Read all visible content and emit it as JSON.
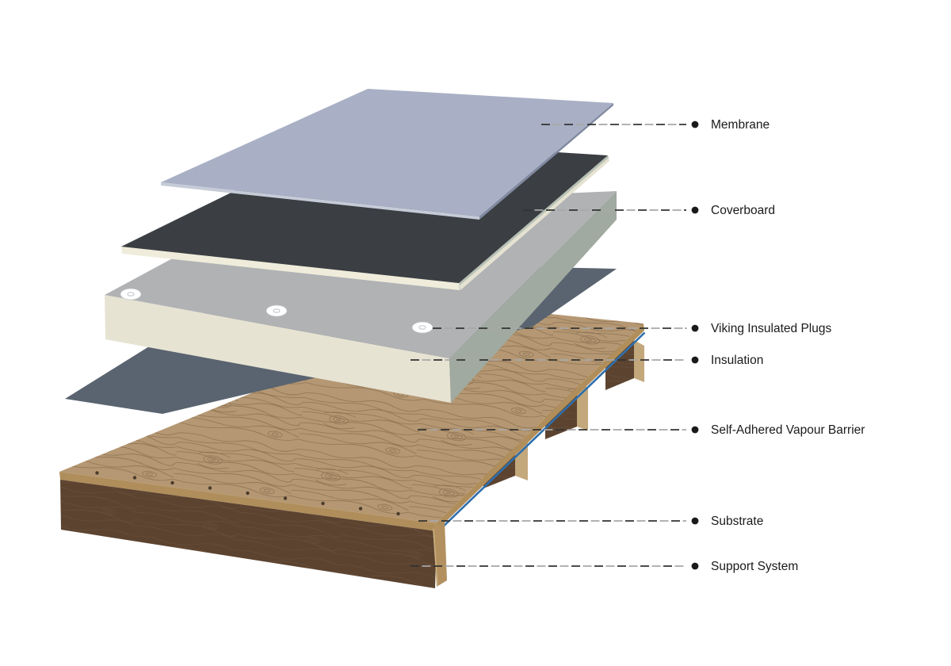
{
  "diagram": {
    "description": "Exploded isometric diagram of a flat roof assembly",
    "layers": [
      {
        "id": "membrane",
        "label": "Membrane"
      },
      {
        "id": "coverboard",
        "label": "Coverboard"
      },
      {
        "id": "viking-insulated-plugs",
        "label": "Viking Insulated Plugs"
      },
      {
        "id": "insulation",
        "label": "Insulation"
      },
      {
        "id": "self-adhered-vapour-barrier",
        "label": "Self-Adhered Vapour Barrier"
      },
      {
        "id": "substrate",
        "label": "Substrate"
      },
      {
        "id": "support-system",
        "label": "Support System"
      }
    ],
    "plug_count": 3,
    "fastener_count": 9,
    "joist_count": 3
  },
  "colors": {
    "membrane": "#a9b0c5",
    "membrane_edge_dark": "#8089a0",
    "membrane_edge_light": "#c6cbd8",
    "coverboard": "#3b3e42",
    "coverboard_core": "#efecdb",
    "coverboard_sliver": "#b7c1b6",
    "insulation_top": "#b0b2b4",
    "insulation_front": "#e7e3d3",
    "insulation_side": "#a0aaa0",
    "plug": "#ffffff",
    "vapour_barrier": "#5a6470",
    "wood_top": "#b59873",
    "wood_grain": "#6f5138",
    "wood_edge_tan": "#b08e5b",
    "beam_dark": "#5b4330",
    "beam_grain": "#74583f",
    "beam_end_cap": "#b2905f",
    "joist_end": "#c3a87c",
    "fastener": "#4a3b2c",
    "adhesive_blue": "#2f6fad",
    "leader_dark": "#333333",
    "leader_light": "#a8a8a8",
    "label_text": "#1a1a1a"
  }
}
